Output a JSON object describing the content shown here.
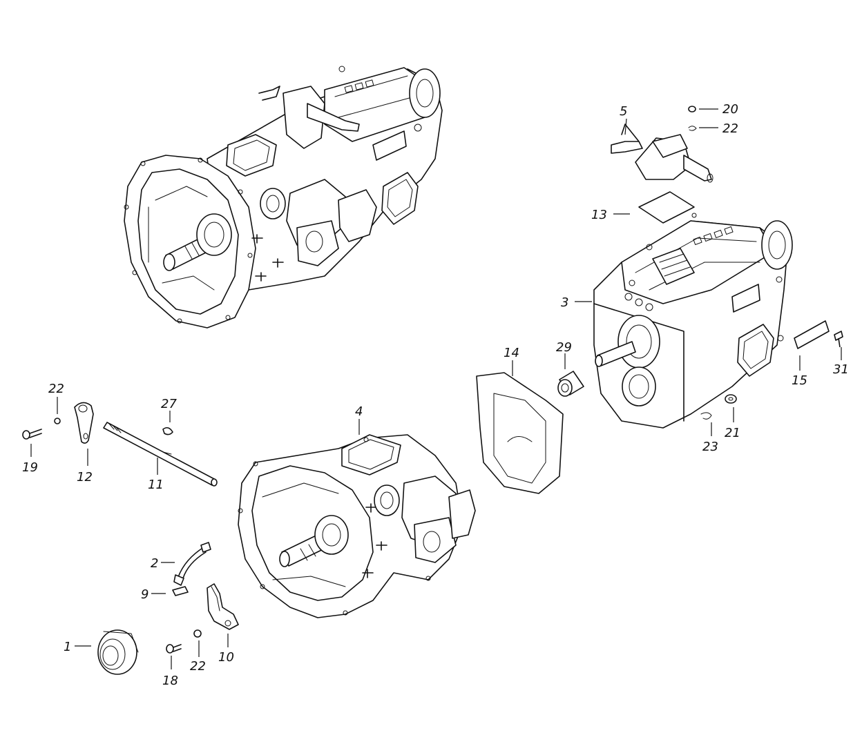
{
  "callouts": [
    {
      "id": "c5",
      "text": "5"
    },
    {
      "id": "c20",
      "text": "20"
    },
    {
      "id": "c22a",
      "text": "22"
    },
    {
      "id": "c13",
      "text": "13"
    },
    {
      "id": "c3",
      "text": "3"
    },
    {
      "id": "c14",
      "text": "14"
    },
    {
      "id": "c29",
      "text": "29"
    },
    {
      "id": "c15",
      "text": "15"
    },
    {
      "id": "c31",
      "text": "31"
    },
    {
      "id": "c23",
      "text": "23"
    },
    {
      "id": "c21",
      "text": "21"
    },
    {
      "id": "c4",
      "text": "4"
    },
    {
      "id": "c22b",
      "text": "22"
    },
    {
      "id": "c19",
      "text": "19"
    },
    {
      "id": "c12",
      "text": "12"
    },
    {
      "id": "c27",
      "text": "27"
    },
    {
      "id": "c11",
      "text": "11"
    },
    {
      "id": "c2",
      "text": "2"
    },
    {
      "id": "c9",
      "text": "9"
    },
    {
      "id": "c10",
      "text": "10"
    },
    {
      "id": "c1",
      "text": "1"
    },
    {
      "id": "c18",
      "text": "18"
    },
    {
      "id": "c22c",
      "text": "22"
    }
  ]
}
